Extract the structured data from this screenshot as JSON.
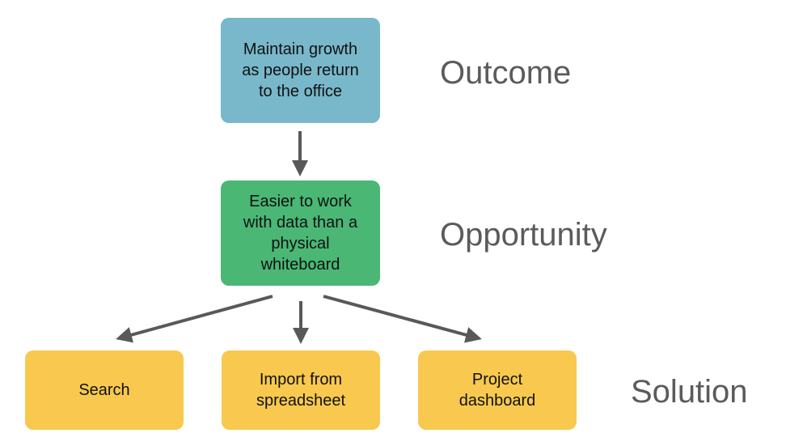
{
  "diagram": {
    "outcome": {
      "text": "Maintain growth\nas people return\nto the office",
      "color": "#78b8ca"
    },
    "opportunity": {
      "text": "Easier to work\nwith data than a\nphysical\nwhiteboard",
      "color": "#4ab775"
    },
    "solutions": [
      {
        "text": "Search",
        "color": "#f8c94e"
      },
      {
        "text": "Import from\nspreadsheet",
        "color": "#f8c94e"
      },
      {
        "text": "Project\ndashboard",
        "color": "#f8c94e"
      }
    ],
    "levels": {
      "outcome": "Outcome",
      "opportunity": "Opportunity",
      "solution": "Solution"
    },
    "arrow_color": "#595959"
  }
}
